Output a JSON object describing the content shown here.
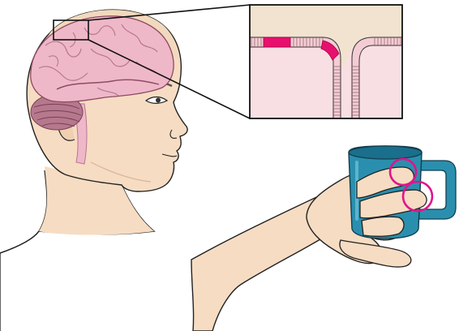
{
  "figure": {
    "subject": "head-with-brain",
    "focus": "sensory-cortex-inset",
    "held_object": "mug",
    "touch_markers": 2
  },
  "colors": {
    "skin": "#f6dcc2",
    "skin_shadow": "#e8c4a4",
    "hair": "#f2d9bd",
    "brain": "#eeb8c8",
    "brain_fold": "#b8768f",
    "cerebellum": "#b5788d",
    "highlight": "#e8106e",
    "inset_bg": "#f8dfe4",
    "inset_frame": "#f1e3cf",
    "mug": "#2a8fae",
    "mug_dark": "#1a6f8c",
    "marker": "#e0148c",
    "outline": "#222222"
  }
}
